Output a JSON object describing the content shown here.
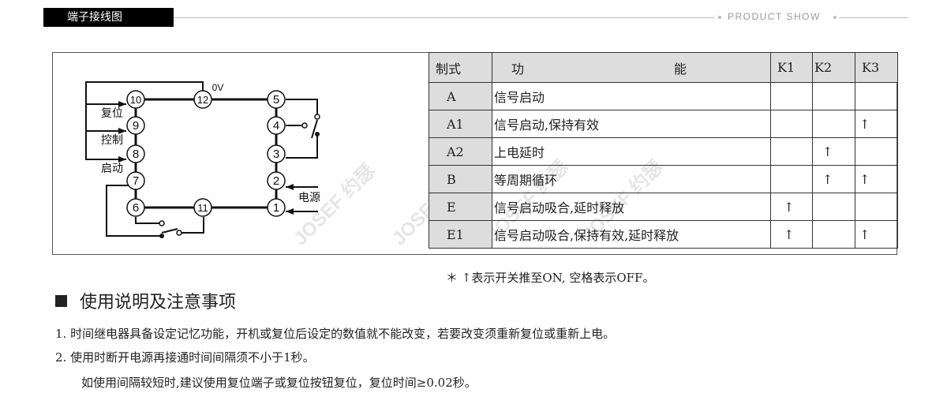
{
  "header": {
    "title": "端子接线图",
    "tagline": "PRODUCT SHOW"
  },
  "diagram": {
    "terminals": {
      "t1": "1",
      "t2": "2",
      "t3": "3",
      "t4": "4",
      "t5": "5",
      "t6": "6",
      "t7": "7",
      "t8": "8",
      "t9": "9",
      "t10": "10",
      "t11": "11",
      "t12": "12"
    },
    "labels": {
      "ov": "0V",
      "reset": "复位",
      "control": "控制",
      "start": "启动",
      "power": "电源"
    },
    "watermark": "JOSEF 约瑟"
  },
  "table": {
    "headers": {
      "mode": "制式",
      "func_a": "功",
      "func_b": "能",
      "k1": "K1",
      "k2": "K2",
      "k3": "K3"
    },
    "rows": [
      {
        "mode": "A",
        "func": "信号启动",
        "k1": "",
        "k2": "",
        "k3": ""
      },
      {
        "mode": "A1",
        "func": "信号启动,保持有效",
        "k1": "",
        "k2": "",
        "k3": "↑"
      },
      {
        "mode": "A2",
        "func": "上电延时",
        "k1": "",
        "k2": "↑",
        "k3": ""
      },
      {
        "mode": "B",
        "func": "等周期循环",
        "k1": "",
        "k2": "↑",
        "k3": "↑"
      },
      {
        "mode": "E",
        "func": "信号启动吸合,延时释放",
        "k1": "↑",
        "k2": "",
        "k3": ""
      },
      {
        "mode": "E1",
        "func": "信号启动吸合,保持有效,延时释放",
        "k1": "↑",
        "k2": "",
        "k3": "↑"
      }
    ],
    "note": "＊ ↑表示开关推至ON, 空格表示OFF。"
  },
  "instructions": {
    "title": "使用说明及注意事项",
    "items": [
      "1. 时间继电器具备设定记忆功能，开机或复位后设定的数值就不能改变，若要改变须重新复位或重新上电。",
      "2. 使用时断开电源再接通时间间隔须不小于1秒。",
      "如使用间隔较短时,建议使用复位端子或复位按钮复位，复位时间≥0.02秒。"
    ]
  }
}
